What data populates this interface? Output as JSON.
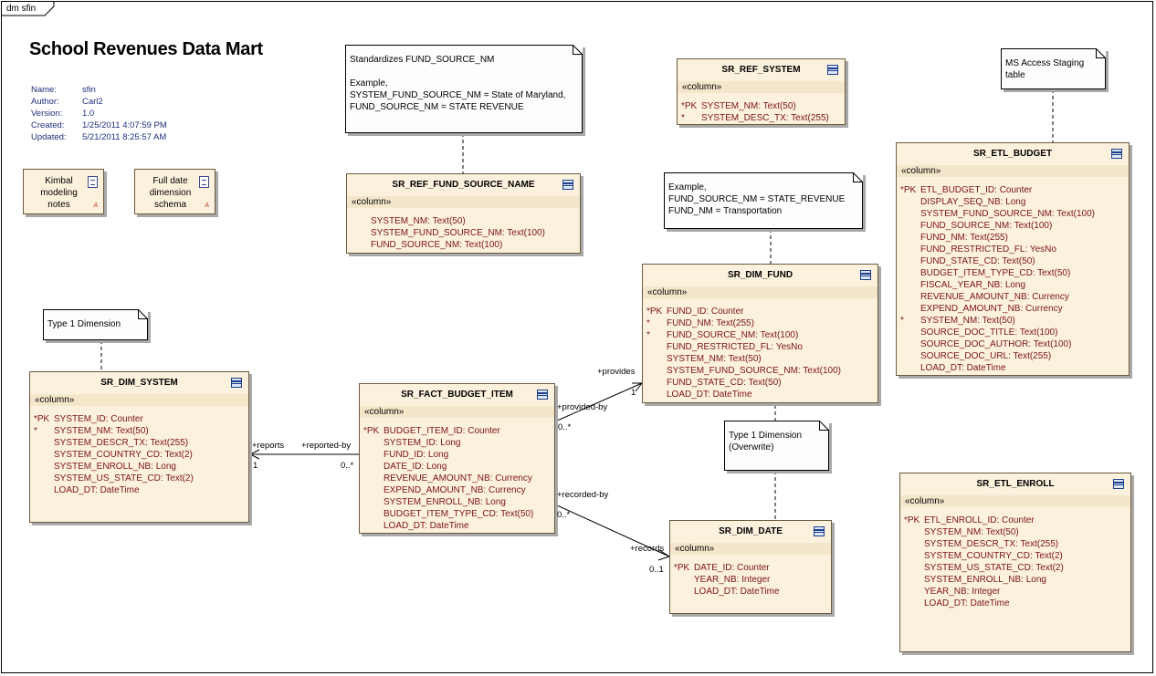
{
  "frame_tab": "dm sfin",
  "title": "School Revenues Data Mart",
  "meta": [
    {
      "key": "Name:",
      "value": "sfin"
    },
    {
      "key": "Author:",
      "value": "Carl2"
    },
    {
      "key": "Version:",
      "value": "1.0"
    },
    {
      "key": "Created:",
      "value": "1/25/2011 4:07:59 PM"
    },
    {
      "key": "Updated:",
      "value": "5/21/2011 8:25:57 AM"
    }
  ],
  "docs": {
    "kimbal": "Kimbal\nmodeling\nnotes",
    "fulldate": "Full date\ndimension\nschema",
    "a_mark": "A"
  },
  "notes": {
    "fund_source": "Standardizes FUND_SOURCE_NM\n\nExample,\nSYSTEM_FUND_SOURCE_NM = State of Maryland,\nFUND_SOURCE_NM = STATE REVENUE",
    "example_fund": "Example,\nFUND_SOURCE_NM = STATE_REVENUE\nFUND_NM = Transportation",
    "ms_access": "MS Access Staging\ntable",
    "type1_system": "Type 1 Dimension",
    "type1_date": "Type 1 Dimension\n(Overwrite)"
  },
  "stereotype": "«column»",
  "tables": {
    "ref_system": {
      "name": "SR_REF_SYSTEM",
      "columns": [
        {
          "prefix": "*PK",
          "text": "SYSTEM_NM:  Text(50)"
        },
        {
          "prefix": "*",
          "text": "SYSTEM_DESC_TX:  Text(255)"
        }
      ]
    },
    "ref_fund_source": {
      "name": "SR_REF_FUND_SOURCE_NAME",
      "columns": [
        {
          "prefix": "",
          "text": "SYSTEM_NM:  Text(50)"
        },
        {
          "prefix": "",
          "text": "SYSTEM_FUND_SOURCE_NM:  Text(100)"
        },
        {
          "prefix": "",
          "text": "FUND_SOURCE_NM:  Text(100)"
        }
      ]
    },
    "etl_budget": {
      "name": "SR_ETL_BUDGET",
      "columns": [
        {
          "prefix": "*PK",
          "text": "ETL_BUDGET_ID:  Counter"
        },
        {
          "prefix": "",
          "text": "DISPLAY_SEQ_NB:  Long"
        },
        {
          "prefix": "",
          "text": "SYSTEM_FUND_SOURCE_NM:  Text(100)"
        },
        {
          "prefix": "",
          "text": "FUND_SOURCE_NM:  Text(100)"
        },
        {
          "prefix": "",
          "text": "FUND_NM:  Text(255)"
        },
        {
          "prefix": "",
          "text": "FUND_RESTRICTED_FL:  YesNo"
        },
        {
          "prefix": "",
          "text": "FUND_STATE_CD:  Text(50)"
        },
        {
          "prefix": "",
          "text": "BUDGET_ITEM_TYPE_CD:  Text(50)"
        },
        {
          "prefix": "",
          "text": "FISCAL_YEAR_NB:  Long"
        },
        {
          "prefix": "",
          "text": "REVENUE_AMOUNT_NB:  Currency"
        },
        {
          "prefix": "",
          "text": "EXPEND_AMOUNT_NB:  Currency"
        },
        {
          "prefix": "*",
          "text": "SYSTEM_NM:  Text(50)"
        },
        {
          "prefix": "",
          "text": "SOURCE_DOC_TITLE:  Text(100)"
        },
        {
          "prefix": "",
          "text": "SOURCE_DOC_AUTHOR:  Text(100)"
        },
        {
          "prefix": "",
          "text": "SOURCE_DOC_URL:  Text(255)"
        },
        {
          "prefix": "",
          "text": "LOAD_DT:  DateTime"
        }
      ]
    },
    "dim_fund": {
      "name": "SR_DIM_FUND",
      "columns": [
        {
          "prefix": "*PK",
          "text": "FUND_ID:  Counter"
        },
        {
          "prefix": "*",
          "text": "FUND_NM:  Text(255)"
        },
        {
          "prefix": "*",
          "text": "FUND_SOURCE_NM:  Text(100)"
        },
        {
          "prefix": "",
          "text": "FUND_RESTRICTED_FL:  YesNo"
        },
        {
          "prefix": "",
          "text": "SYSTEM_NM:  Text(50)"
        },
        {
          "prefix": "",
          "text": "SYSTEM_FUND_SOURCE_NM:  Text(100)"
        },
        {
          "prefix": "",
          "text": "FUND_STATE_CD:  Text(50)"
        },
        {
          "prefix": "",
          "text": "LOAD_DT:  DateTime"
        }
      ]
    },
    "dim_system": {
      "name": "SR_DIM_SYSTEM",
      "columns": [
        {
          "prefix": "*PK",
          "text": "SYSTEM_ID:  Counter"
        },
        {
          "prefix": "*",
          "text": "SYSTEM_NM:  Text(50)"
        },
        {
          "prefix": "",
          "text": "SYSTEM_DESCR_TX:  Text(255)"
        },
        {
          "prefix": "",
          "text": "SYSTEM_COUNTRY_CD:  Text(2)"
        },
        {
          "prefix": "",
          "text": "SYSTEM_ENROLL_NB:  Long"
        },
        {
          "prefix": "",
          "text": "SYSTEM_US_STATE_CD:  Text(2)"
        },
        {
          "prefix": "",
          "text": "LOAD_DT:  DateTime"
        }
      ]
    },
    "fact_budget": {
      "name": "SR_FACT_BUDGET_ITEM",
      "columns": [
        {
          "prefix": "*PK",
          "text": "BUDGET_ITEM_ID:  Counter"
        },
        {
          "prefix": "",
          "text": "SYSTEM_ID:  Long"
        },
        {
          "prefix": "",
          "text": "FUND_ID:  Long"
        },
        {
          "prefix": "",
          "text": "DATE_ID:  Long"
        },
        {
          "prefix": "",
          "text": "REVENUE_AMOUNT_NB:  Currency"
        },
        {
          "prefix": "",
          "text": "EXPEND_AMOUNT_NB:  Currency"
        },
        {
          "prefix": "",
          "text": "SYSTEM_ENROLL_NB:  Long"
        },
        {
          "prefix": "",
          "text": "BUDGET_ITEM_TYPE_CD:  Text(50)"
        },
        {
          "prefix": "",
          "text": "LOAD_DT:  DateTime"
        }
      ]
    },
    "dim_date": {
      "name": "SR_DIM_DATE",
      "columns": [
        {
          "prefix": "*PK",
          "text": "DATE_ID:  Counter"
        },
        {
          "prefix": "",
          "text": "YEAR_NB:  Integer"
        },
        {
          "prefix": "",
          "text": "LOAD_DT:  DateTime"
        }
      ]
    },
    "etl_enroll": {
      "name": "SR_ETL_ENROLL",
      "columns": [
        {
          "prefix": "*PK",
          "text": "ETL_ENROLL_ID:  Counter"
        },
        {
          "prefix": "",
          "text": "SYSTEM_NM:  Text(50)"
        },
        {
          "prefix": "",
          "text": "SYSTEM_DESCR_TX:  Text(255)"
        },
        {
          "prefix": "",
          "text": "SYSTEM_COUNTRY_CD:  Text(2)"
        },
        {
          "prefix": "",
          "text": "SYSTEM_US_STATE_CD:  Text(2)"
        },
        {
          "prefix": "",
          "text": "SYSTEM_ENROLL_NB:  Long"
        },
        {
          "prefix": "",
          "text": "YEAR_NB:  Integer"
        },
        {
          "prefix": "",
          "text": "LOAD_DT:  DateTime"
        }
      ]
    }
  },
  "relations": {
    "reports": "+reports",
    "reports_mult": "1",
    "reported_by": "+reported-by",
    "reported_by_mult": "0..*",
    "provides": "+provides",
    "provides_mult": "1",
    "provided_by": "+provided-by",
    "provided_by_mult": "0..*",
    "recorded_by": "+recorded-by",
    "recorded_by_mult": "0..*",
    "records": "+records",
    "records_mult": "0..1"
  }
}
